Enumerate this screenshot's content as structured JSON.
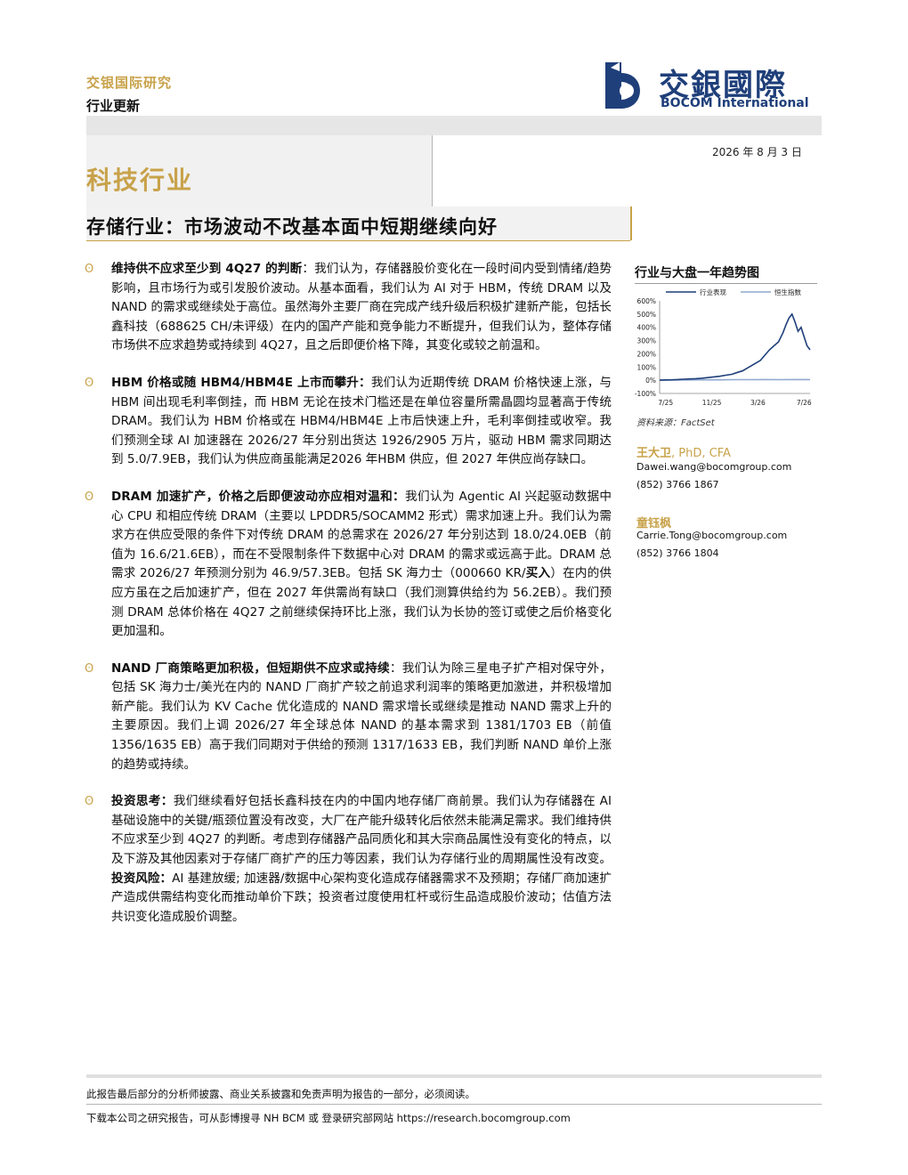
{
  "header": {
    "brand": "交银国际研究",
    "report_type": "行业更新",
    "logo_cn": "交銀國際",
    "logo_en": "BOCOM International",
    "date": "2026 年 8 月 3 日",
    "sector": "科技行业",
    "headline": "存储行业：市场波动不改基本面中短期继续向好"
  },
  "bullets": [
    {
      "title": "维持供不应求至少到 4Q27 的判断",
      "body": "：我们认为，存储器股价变化在一段时间内受到情绪/趋势影响，且市场行为或引发股价波动。从基本面看，我们认为 AI 对于 HBM，传统 DRAM 以及 NAND 的需求或继续处于高位。虽然海外主要厂商在完成产线升级后积极扩建新产能，包括长鑫科技（688625 CH/未评级）在内的国产产能和竞争能力不断提升，但我们认为，整体存储市场供不应求趋势或持续到 4Q27，且之后即便价格下降，其变化或较之前温和。"
    },
    {
      "title": "HBM 价格或随 HBM4/HBM4E 上市而攀升：",
      "body": "我们认为近期传统 DRAM 价格快速上涨，与 HBM 间出现毛利率倒挂，而 HBM 无论在技术门槛还是在单位容量所需晶圆均显著高于传统 DRAM。我们认为 HBM 价格或在 HBM4/HBM4E 上市后快速上升，毛利率倒挂或收窄。我们预测全球 AI 加速器在 2026/27 年分别出货达 1926/2905 万片，驱动 HBM 需求同期达到 5.0/7.9EB，我们认为供应商虽能满足2026 年HBM 供应，但 2027 年供应尚存缺口。"
    },
    {
      "title": "DRAM 加速扩产，价格之后即便波动亦应相对温和：",
      "body": "我们认为 Agentic AI 兴起驱动数据中心 CPU 和相应传统 DRAM（主要以 LPDDR5/SOCAMM2 形式）需求加速上升。我们认为需求方在供应受限的条件下对传统 DRAM 的总需求在 2026/27 年分别达到 18.0/24.0EB（前值为 16.6/21.6EB），而在不受限制条件下数据中心对 DRAM 的需求或远高于此。DRAM 总需求 2026/27 年预测分别为 46.9/57.3EB。包括 SK 海力士（000660 KR/",
      "bold_mid": "买入",
      "body2": "）在内的供应方虽在之后加速扩产，但在 2027 年供需尚有缺口（我们测算供给约为 56.2EB）。我们预测 DRAM 总体价格在 4Q27 之前继续保持环比上涨，我们认为长协的签订或使之后价格变化更加温和。"
    },
    {
      "title": "NAND 厂商策略更加积极，但短期供不应求或持续",
      "body": "：我们认为除三星电子扩产相对保守外，包括 SK 海力士/美光在内的 NAND 厂商扩产较之前追求利润率的策略更加激进，并积极增加新产能。我们认为 KV Cache 优化造成的 NAND 需求增长或继续是推动 NAND 需求上升的主要原因。我们上调 2026/27 年全球总体 NAND 的基本需求到 1381/1703 EB（前值 1356/1635 EB）高于我们同期对于供给的预测 1317/1633 EB，我们判断 NAND 单价上涨的趋势或持续。"
    },
    {
      "title": "投资思考：",
      "body": "我们继续看好包括长鑫科技在内的中国内地存储厂商前景。我们认为存储器在 AI 基础设施中的关键/瓶颈位置没有改变，大厂在产能升级转化后依然未能满足需求。我们维持供不应求至少到 4Q27 的判断。考虑到存储器产品同质化和其大宗商品属性没有变化的特点，以及下游及其他因素对于存储厂商扩产的压力等因素，我们认为存储行业的周期属性没有改变。",
      "bold_mid": "投资风险：",
      "body2": "AI 基建放缓; 加速器/数据中心架构变化造成存储器需求不及预期；存储厂商加速扩产造成供需结构变化而推动单价下跌；投资者过度使用杠杆或衍生品造成股价波动；估值方法共识变化造成股价调整。"
    }
  ],
  "sidebar": {
    "chart_title": "行业与大盘一年趋势图",
    "source": "资料来源：FactSet",
    "analysts": [
      {
        "name": "王大卫",
        "degree": ", PhD, CFA",
        "email": "Dawei.wang@bocomgroup.com",
        "phone": "(852) 3766 1867"
      },
      {
        "name": "童钰枫",
        "degree": "",
        "email": "Carrie.Tong@bocomgroup.com",
        "phone": "(852) 3766 1804"
      }
    ]
  },
  "chart_data": {
    "type": "line",
    "title": "",
    "xlabel": "",
    "ylabel": "",
    "categories": [
      "7/25",
      "11/25",
      "3/26",
      "7/26"
    ],
    "yticks": [
      "600%",
      "500%",
      "400%",
      "300%",
      "200%",
      "100%",
      "0%",
      "-100%"
    ],
    "ylim": [
      -100,
      600
    ],
    "legend_position": "top",
    "series": [
      {
        "name": "行业表现",
        "color": "#1f3f7a",
        "x": [
          0,
          0.04,
          0.08,
          0.12,
          0.16,
          0.2,
          0.24,
          0.28,
          0.32,
          0.36,
          0.4,
          0.44,
          0.48,
          0.52,
          0.55,
          0.58,
          0.61,
          0.64,
          0.67,
          0.7,
          0.73,
          0.76,
          0.79,
          0.82,
          0.84,
          0.86,
          0.88,
          0.9,
          0.92,
          0.94,
          0.96,
          0.98,
          1.0
        ],
        "values": [
          0,
          2,
          3,
          5,
          8,
          10,
          12,
          15,
          20,
          25,
          30,
          38,
          45,
          60,
          70,
          90,
          110,
          130,
          150,
          190,
          230,
          260,
          290,
          360,
          420,
          470,
          500,
          440,
          370,
          400,
          330,
          260,
          230
        ]
      },
      {
        "name": "恒生指数",
        "color": "#8fa8cf",
        "x": [
          0,
          0.1,
          0.2,
          0.3,
          0.4,
          0.5,
          0.6,
          0.7,
          0.8,
          0.9,
          1.0
        ],
        "values": [
          0,
          1,
          2,
          3,
          3,
          4,
          4,
          5,
          4,
          5,
          5
        ]
      }
    ]
  },
  "footer": {
    "disclaimer": "此报告最后部分的分析师披露、商业关系披露和免责声明为报告的一部分，必须阅读。",
    "download": "下载本公司之研究报告，可从彭博搜寻 NH BCM 或 登录研究部网站 https://research.bocomgroup.com"
  },
  "colors": {
    "accent": "#c8a24a",
    "brand_blue": "#1f3f7a"
  }
}
